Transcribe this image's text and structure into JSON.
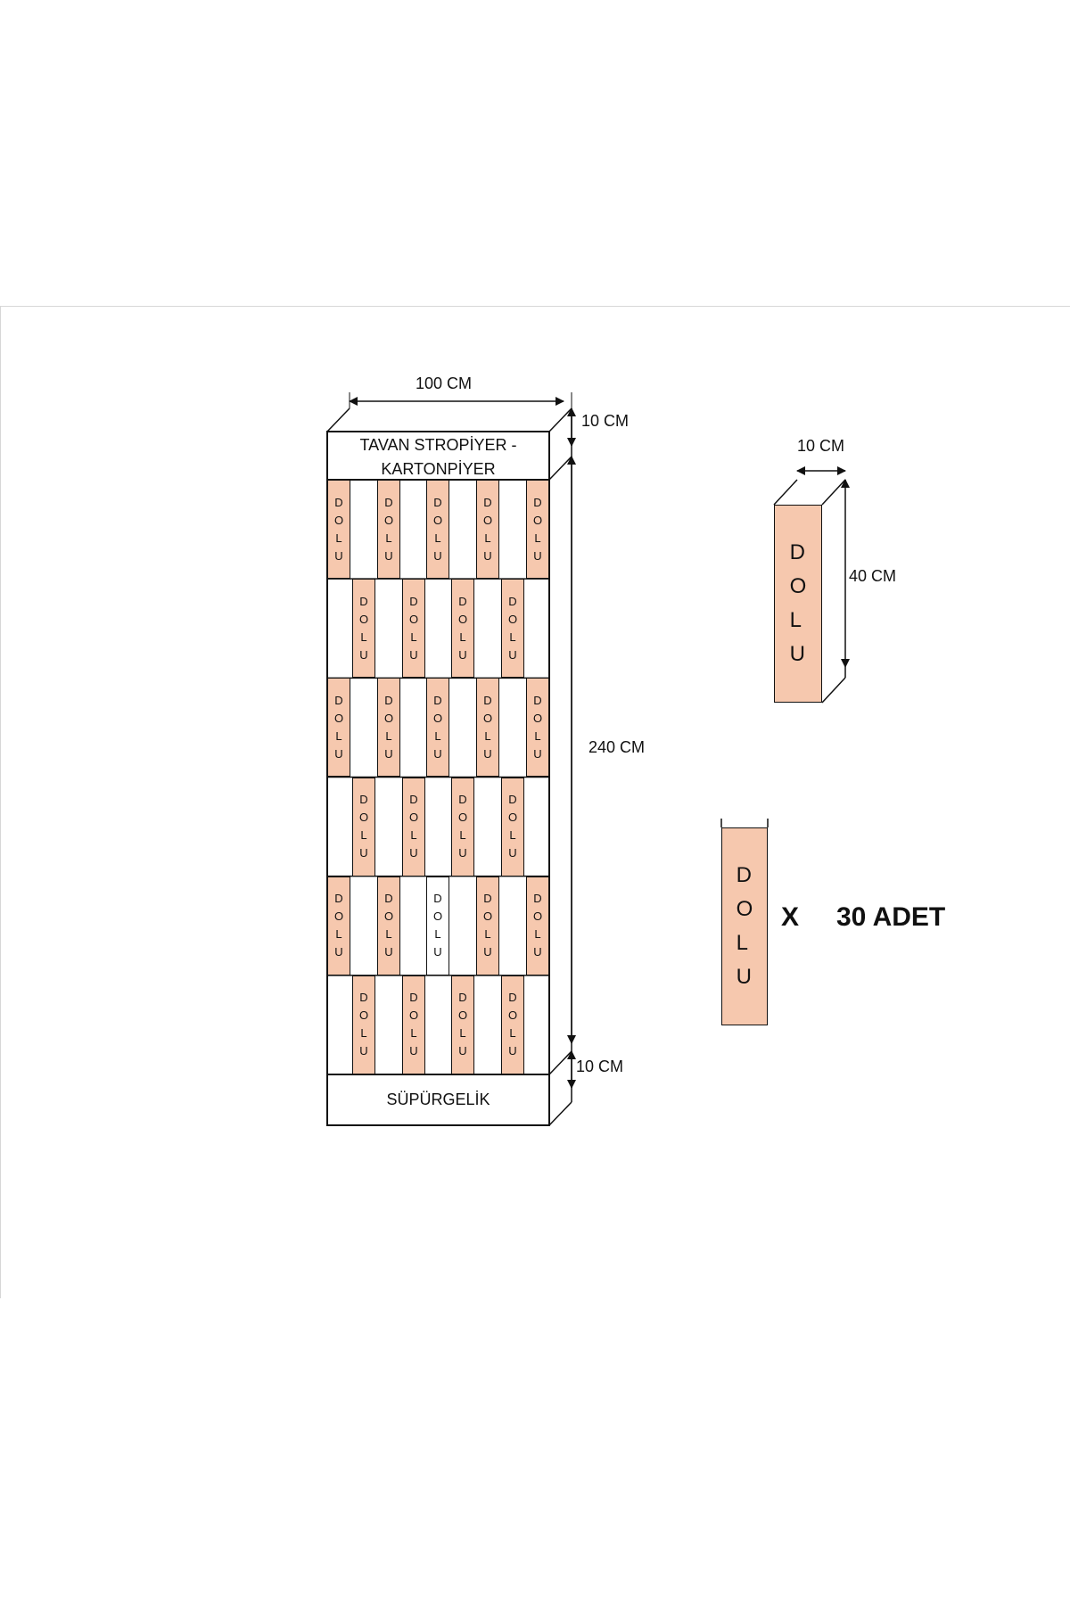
{
  "panel": {
    "width_label": "100 CM",
    "top_height_label": "10 CM",
    "bottom_height_label": "10 CM",
    "height_label": "240 CM",
    "top_molding": {
      "line1": "TAVAN STROPİYER -",
      "line2": "KARTONPİYER"
    },
    "bottom_molding": "SÜPÜRGELİK",
    "rows": 6,
    "tile_text": "DOLU",
    "white_tile": {
      "row": 5,
      "index": 2
    }
  },
  "single_tile": {
    "text": "DOLU",
    "width_label": "10 CM",
    "height_label": "40 CM"
  },
  "quantity": {
    "tile_text": "DOLU",
    "times": "X",
    "count_label": "30 ADET"
  },
  "colors": {
    "tile": "#f6c8ae",
    "line": "#111111"
  }
}
